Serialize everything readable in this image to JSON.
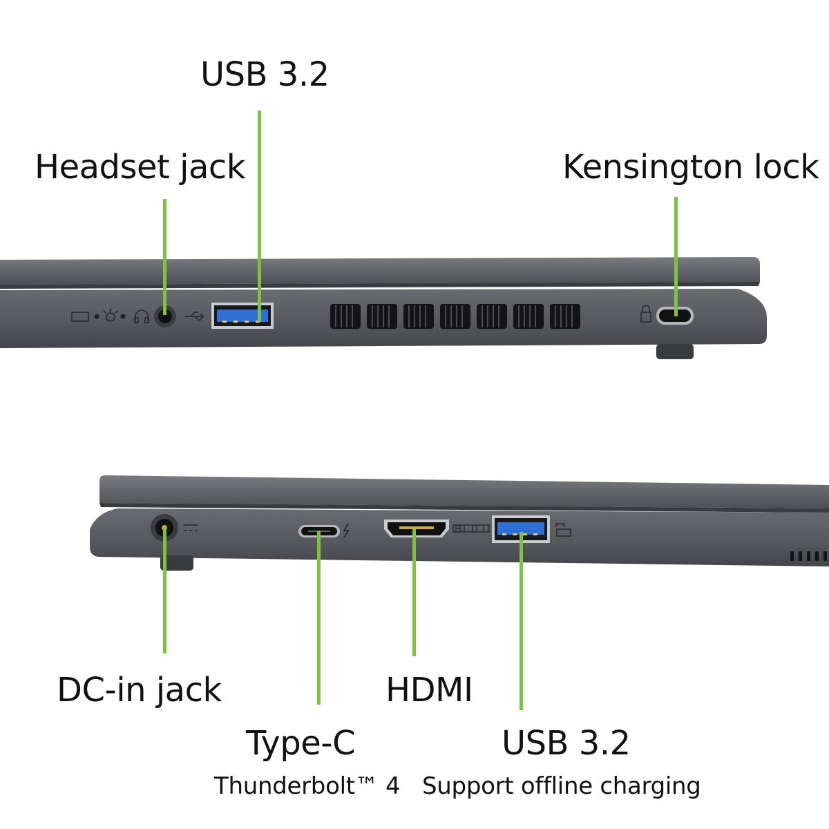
{
  "top_view": {
    "labels": {
      "headset_jack": "Headset jack",
      "usb_top": "USB 3.2",
      "kensington": "Kensington lock"
    },
    "port_icons": [
      "battery-icon",
      "power-led-icon",
      "headset-icon",
      "usb-icon",
      "lock-icon"
    ]
  },
  "bottom_view": {
    "labels": {
      "dc_in": "DC-in jack",
      "type_c": "Type-C",
      "type_c_sub": "Thunderbolt™ 4",
      "hdmi": "HDMI",
      "usb_bottom": "USB 3.2",
      "usb_bottom_sub": "Support offline charging"
    },
    "port_icons": [
      "dc-icon",
      "thunderbolt-icon",
      "hdmi-logo-icon",
      "usb-charge-icon"
    ]
  },
  "colors": {
    "accent_leader": "#7fc241",
    "chassis": "#5b5c61",
    "usb_blue": "#2f6fd6"
  }
}
